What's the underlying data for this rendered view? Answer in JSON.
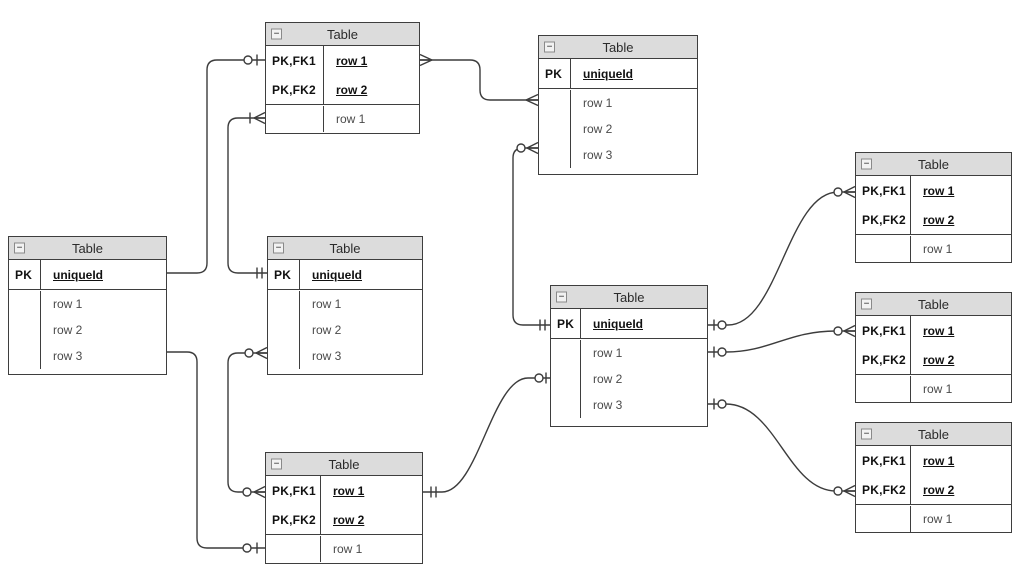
{
  "diagram": {
    "background": "#ffffff",
    "line_color": "#3c3c3c",
    "table_header_bg": "#dcdcdc",
    "table_border_color": "#3e3e3e"
  },
  "ui": {
    "collapse_glyph": "−"
  },
  "tables": [
    {
      "position": "top-left",
      "title": "Table",
      "key_rows": [
        {
          "key": "PK,FK1",
          "field": "row 1"
        },
        {
          "key": "PK,FK2",
          "field": "row 2"
        }
      ],
      "plain_rows": [
        "row 1"
      ]
    },
    {
      "position": "top-middle",
      "title": "Table",
      "key_rows": [
        {
          "key": "PK",
          "field": "uniqueId"
        }
      ],
      "plain_rows": [
        "row 1",
        "row 2",
        "row 3"
      ]
    },
    {
      "position": "left",
      "title": "Table",
      "key_rows": [
        {
          "key": "PK",
          "field": "uniqueId"
        }
      ],
      "plain_rows": [
        "row 1",
        "row 2",
        "row 3"
      ]
    },
    {
      "position": "middle",
      "title": "Table",
      "key_rows": [
        {
          "key": "PK",
          "field": "uniqueId"
        }
      ],
      "plain_rows": [
        "row 1",
        "row 2",
        "row 3"
      ]
    },
    {
      "position": "bottom-middle",
      "title": "Table",
      "key_rows": [
        {
          "key": "PK,FK1",
          "field": "row 1"
        },
        {
          "key": "PK,FK2",
          "field": "row 2"
        }
      ],
      "plain_rows": [
        "row 1"
      ]
    },
    {
      "position": "center",
      "title": "Table",
      "key_rows": [
        {
          "key": "PK",
          "field": "uniqueId"
        }
      ],
      "plain_rows": [
        "row 1",
        "row 2",
        "row 3"
      ]
    },
    {
      "position": "right-top",
      "title": "Table",
      "key_rows": [
        {
          "key": "PK,FK1",
          "field": "row 1"
        },
        {
          "key": "PK,FK2",
          "field": "row 2"
        }
      ],
      "plain_rows": [
        "row 1"
      ]
    },
    {
      "position": "right-middle",
      "title": "Table",
      "key_rows": [
        {
          "key": "PK,FK1",
          "field": "row 1"
        },
        {
          "key": "PK,FK2",
          "field": "row 2"
        }
      ],
      "plain_rows": [
        "row 1"
      ]
    },
    {
      "position": "right-bottom",
      "title": "Table",
      "key_rows": [
        {
          "key": "PK,FK1",
          "field": "row 1"
        },
        {
          "key": "PK,FK2",
          "field": "row 2"
        }
      ],
      "plain_rows": [
        "row 1"
      ]
    }
  ],
  "connections": [
    {
      "from": "left.uniqueId",
      "from_marker": "none",
      "to": "top-left.row 1 (key)",
      "to_marker": "zero-or-one"
    },
    {
      "from": "top-left.row 1 (plain)",
      "from_marker": "one-or-many",
      "to": "middle.uniqueId",
      "to_marker": "one-and-only-one"
    },
    {
      "from": "left.row 3",
      "from_marker": "none",
      "to": "bottom-middle.row 1 (plain)",
      "to_marker": "zero-or-one"
    },
    {
      "from": "middle.row 3",
      "from_marker": "zero-or-many",
      "to": "bottom-middle.row 1 (key)",
      "to_marker": "zero-or-many"
    },
    {
      "from": "top-left.row 1 (key)",
      "from_marker": "many",
      "to": "top-middle.row 1",
      "to_marker": "many"
    },
    {
      "from": "top-middle.row 3",
      "from_marker": "zero-or-many",
      "to": "center.uniqueId",
      "to_marker": "one-and-only-one"
    },
    {
      "from": "bottom-middle.row 1 (key)",
      "from_marker": "one-and-only-one",
      "to": "center.row 2",
      "to_marker": "zero-or-one"
    },
    {
      "from": "center.uniqueId",
      "from_marker": "zero-or-one",
      "to": "right-top.row 1 (key)",
      "to_marker": "zero-or-many"
    },
    {
      "from": "center.row 1",
      "from_marker": "zero-or-one",
      "to": "right-middle.row 1 (key)",
      "to_marker": "zero-or-many"
    },
    {
      "from": "center.row 3",
      "from_marker": "zero-or-one",
      "to": "right-bottom.row 2 (key)",
      "to_marker": "zero-or-many"
    }
  ]
}
